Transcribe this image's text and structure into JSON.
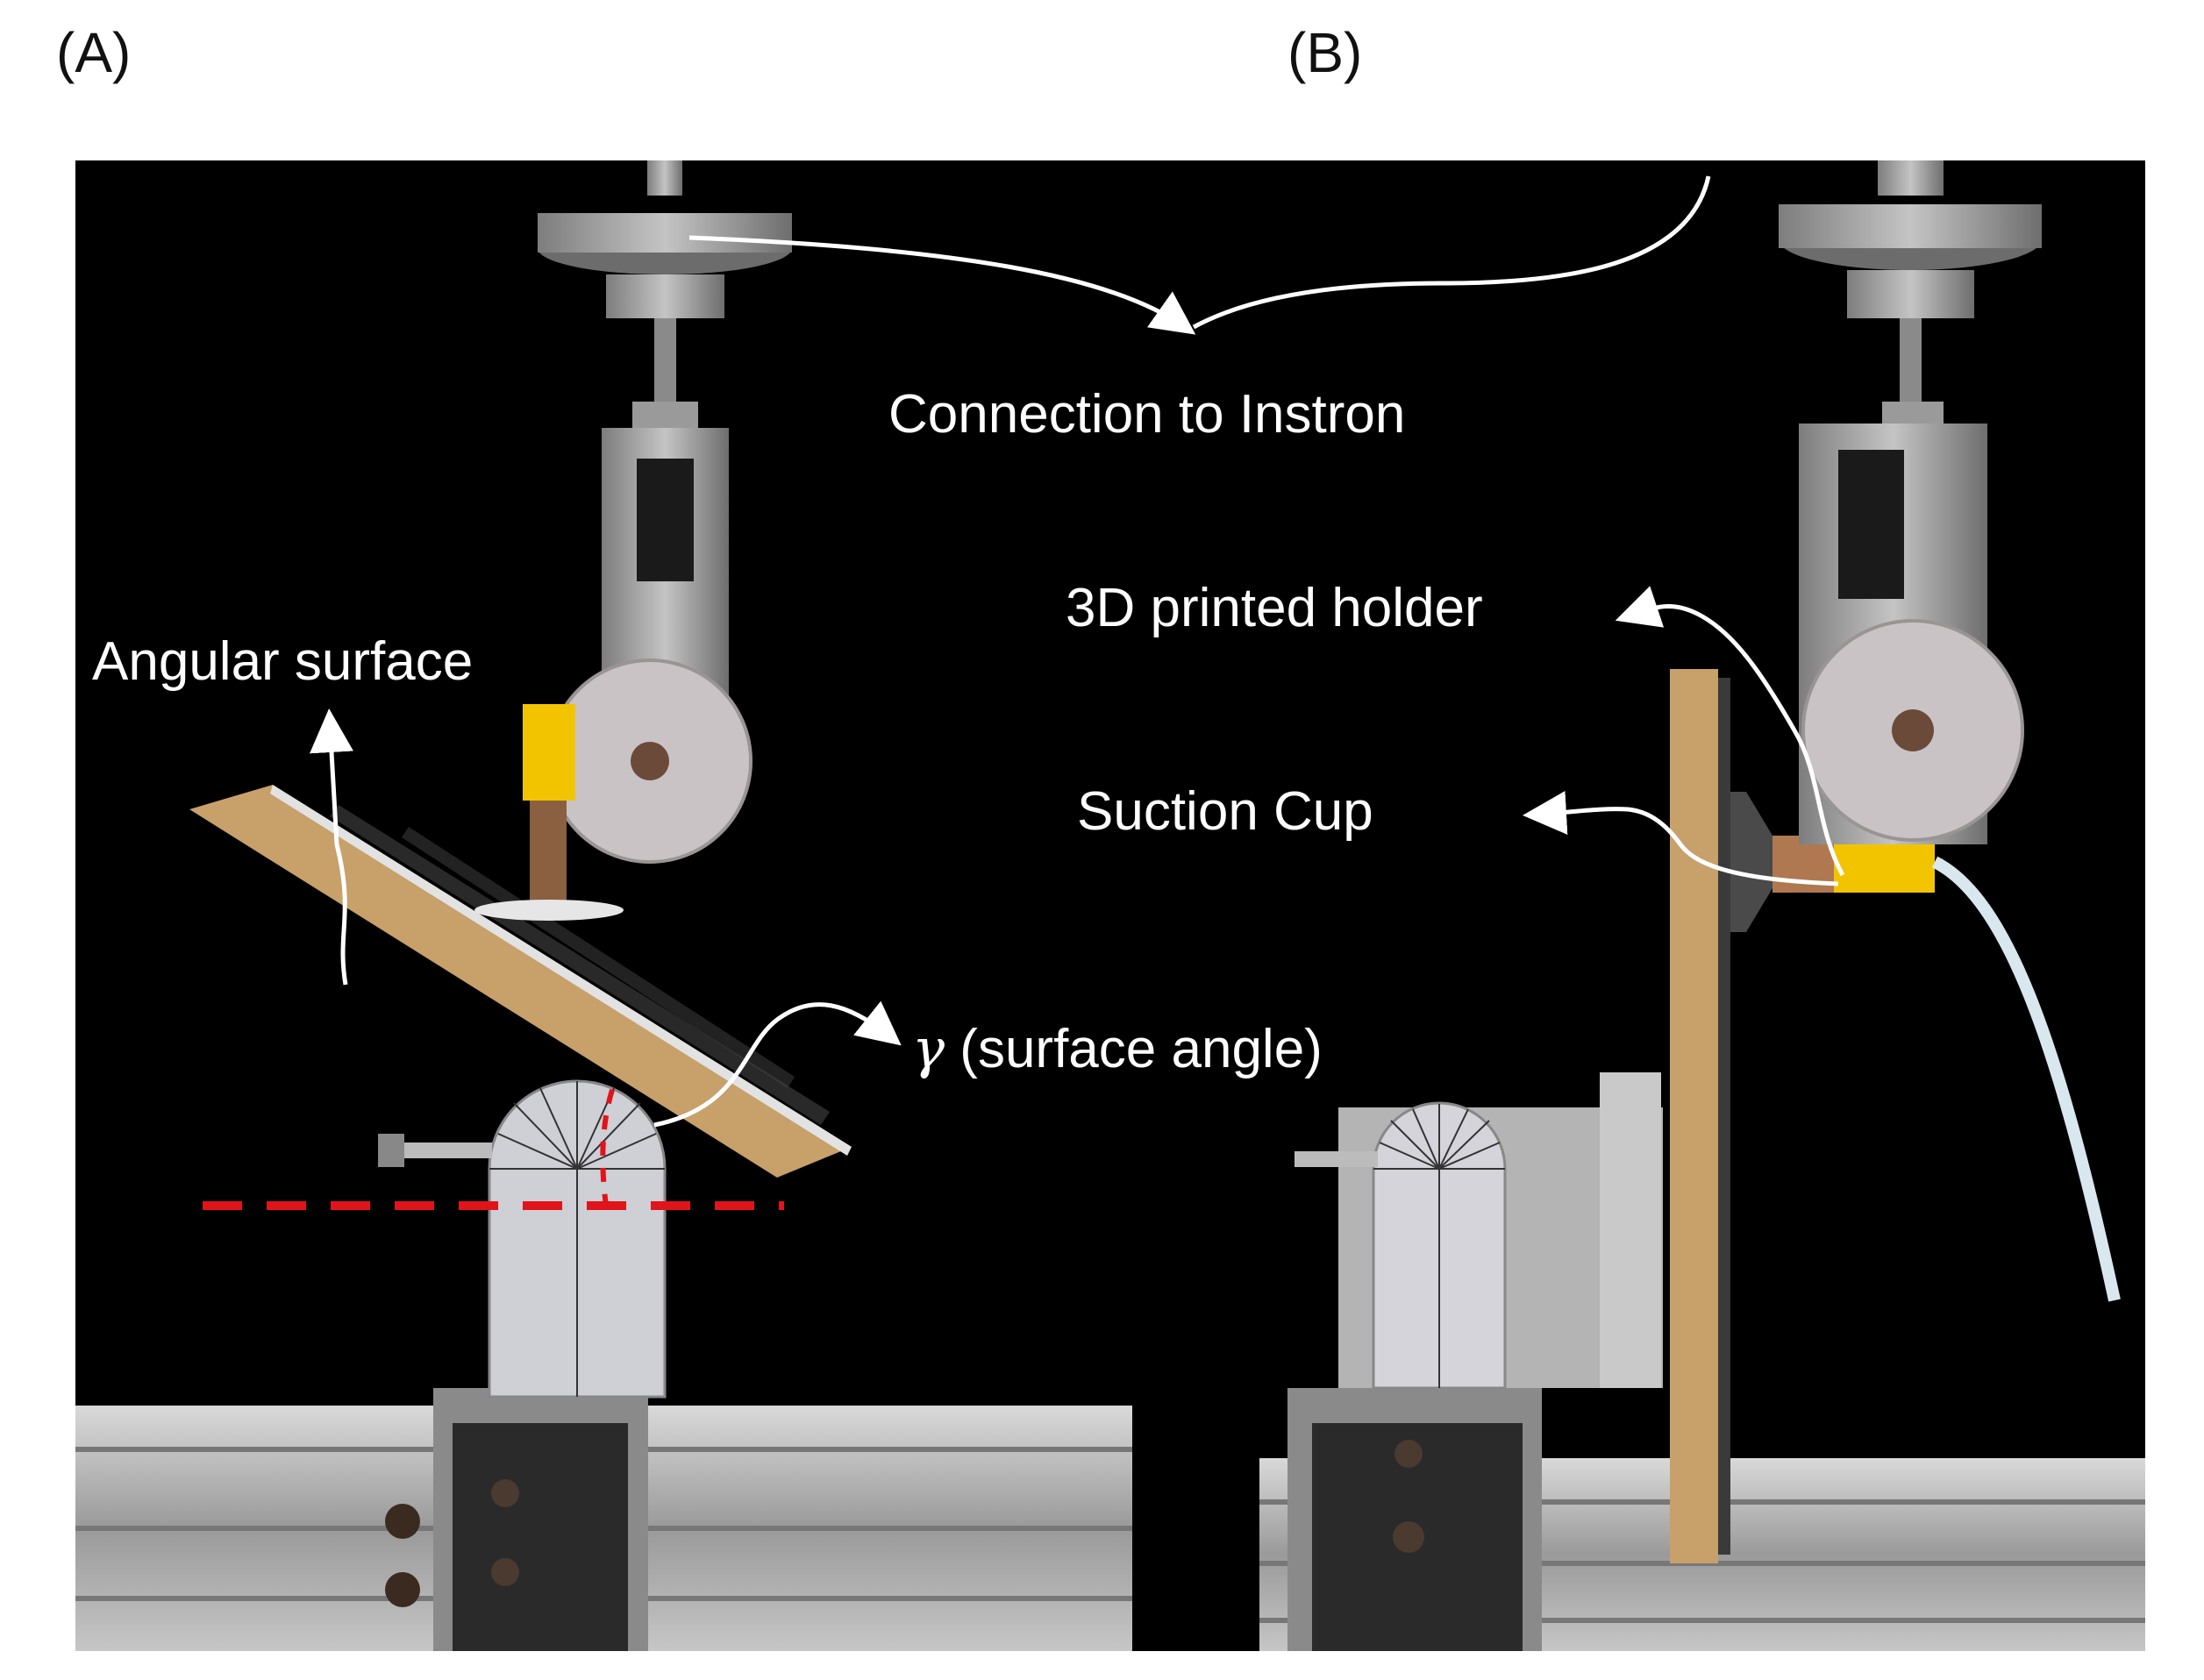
{
  "panels": {
    "a_label": "(A)",
    "b_label": "(B)"
  },
  "callouts": {
    "connection": "Connection to Instron",
    "angular_surface": "Angular surface",
    "holder": "3D printed holder",
    "suction_cup": "Suction Cup",
    "gamma_symbol": "γ",
    "gamma_text": "(surface angle)"
  },
  "colors": {
    "background": "#000000",
    "annotation": "#ffffff",
    "reference_line": "#e0141a",
    "holder_yellow": "#f2c400",
    "wood": "#c8a06a"
  }
}
